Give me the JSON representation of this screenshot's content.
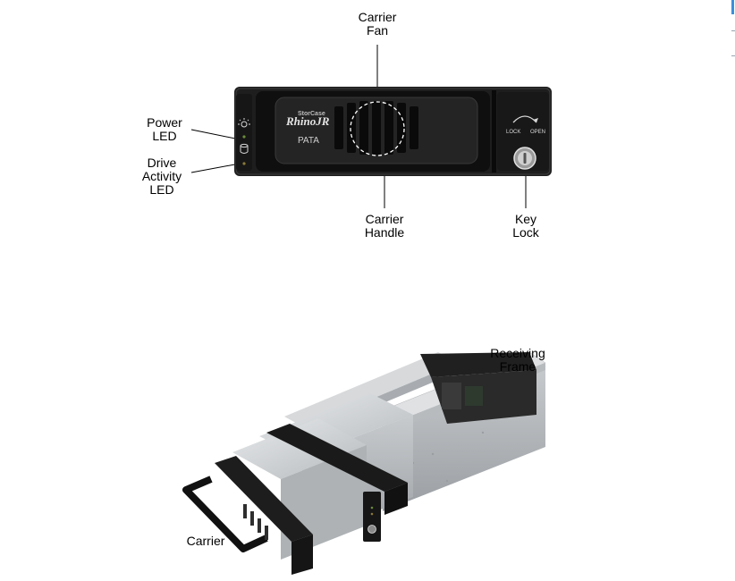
{
  "labels": {
    "carrier_fan": [
      "Carrier",
      "Fan"
    ],
    "power_led": [
      "Power",
      "LED"
    ],
    "drive_activity_led": [
      "Drive",
      "Activity",
      "LED"
    ],
    "carrier_handle": [
      "Carrier",
      "Handle"
    ],
    "key_lock": [
      "Key",
      "Lock"
    ],
    "receiving_frame": [
      "Receiving",
      "Frame"
    ],
    "carrier": "Carrier"
  },
  "front_panel": {
    "brand_small": "StorCase",
    "brand_logo": "RhinoJR",
    "model": "PATA",
    "lock_text": "LOCK",
    "open_text": "OPEN"
  },
  "colors": {
    "panel_body": "#1e1e1e",
    "panel_dark": "#0c0c0c",
    "frame_metal": "#c9ccce",
    "carrier_metal": "#b9bdc0",
    "edge_accent": "#3b8fd9"
  },
  "icons": [
    "power-icon",
    "drive-icon",
    "fan-grille-icon",
    "lock-arc-icon",
    "key-cylinder-icon"
  ]
}
